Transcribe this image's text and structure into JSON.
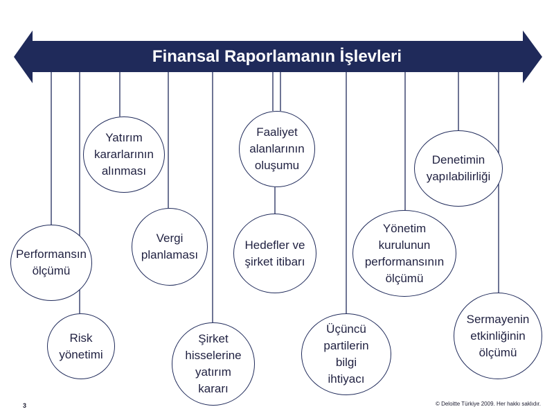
{
  "title": "Finansal Raporlamanın İşlevleri",
  "nodes": {
    "yatirim": "Yatırım\nkararlarının\nalınması",
    "faaliyet": "Faaliyet\nalanlarının\noluşumu",
    "denetim": "Denetimin\nyapılabilirliği",
    "vergi": "Vergi\nplanlaması",
    "hedefler": "Hedefler ve\nşirket itibarı",
    "yonetim": "Yönetim\nkurulunun\nperformansının\nölçümü",
    "performans": "Performansın\nölçümü",
    "risk": "Risk\nyönetimi",
    "sirket": "Şirket\nhisselerine\nyatırım\nkararı",
    "ucuncu": "Üçüncü\npartilerin\nbilgi\nihtiyacı",
    "sermaye": "Sermayenin\netkinliğinin\nölçümü"
  },
  "footer": {
    "page_number": "3",
    "copyright": "© Deloitte Türkiye 2009. Her hakkı saklıdır."
  },
  "colors": {
    "banner": "#1f2a5a",
    "line": "#1f2a5a"
  }
}
